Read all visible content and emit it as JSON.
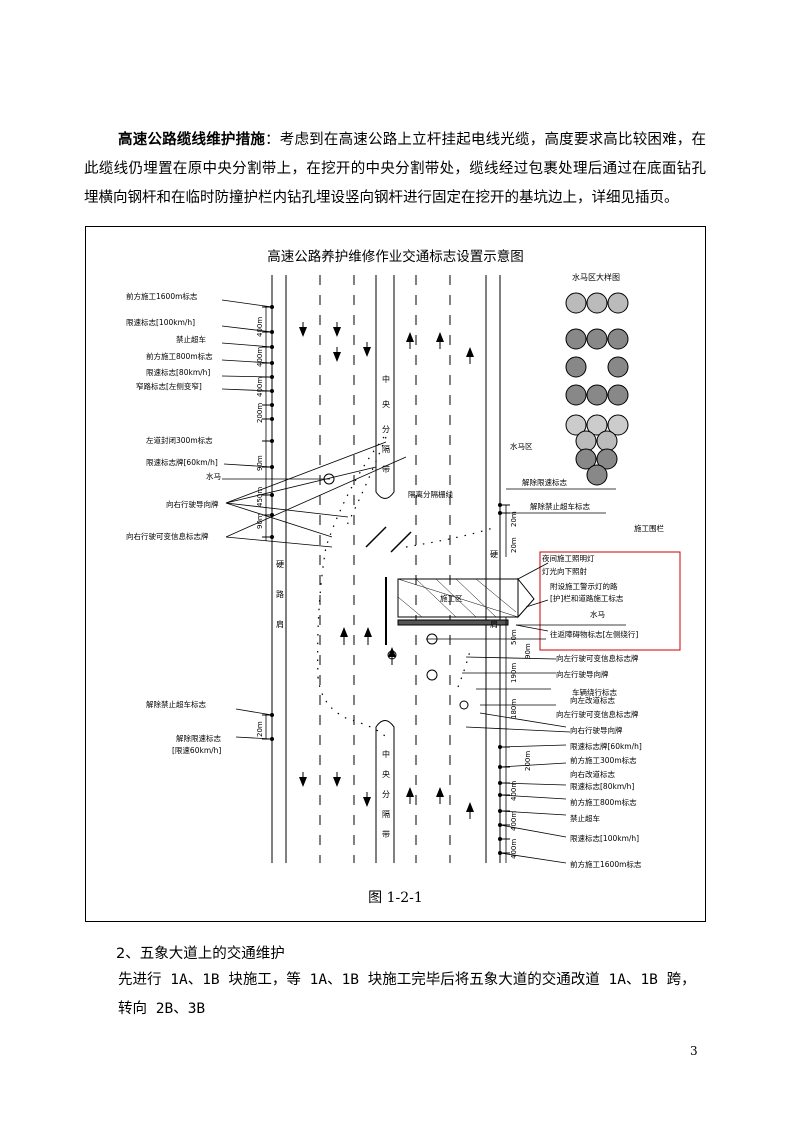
{
  "intro": {
    "lead": "高速公路缆线维护措施",
    "body": "：考虑到在高速公路上立杆挂起电线光缆，高度要求高比较困难，在此缆线仍埋置在原中央分割带上，在挖开的中央分割带处，缆线经过包裹处理后通过在底面钻孔埋横向钢杆和在临时防撞护栏内钻孔埋设竖向钢杆进行固定在挖开的基坑边上，详细见插页。"
  },
  "figure": {
    "title": "高速公路养护维修作业交通标志设置示意图",
    "caption": "图 1-2-1",
    "legend_title": "水马区大样图",
    "center_labels": [
      "中",
      "央",
      "分",
      "隔",
      "带"
    ],
    "shoulder_labels": [
      "硬",
      "路",
      "肩"
    ],
    "label_water_zone": "水马区",
    "label_open_line": "隔离分隔栅线",
    "label_work_fence": "施工围栏",
    "label_work_area": "施工区",
    "left_labels": [
      "前方施工1600m标志",
      "限速标志[100km/h]",
      "禁止超车",
      "前方施工800m标志",
      "限速标志[80km/h]",
      "窄路标志[左侧变窄]",
      "左道封闭300m标志",
      "限速标志牌[60km/h]",
      "水马",
      "向右行驶导向牌",
      "向右行驶可变信息标志牌",
      "解除禁止超车标志",
      "解除限速标志",
      "[限速60km/h]"
    ],
    "right_labels": [
      "解除限速标志",
      "解除禁止超车标志",
      "夜间施工照明灯",
      "灯光向下照射",
      "附设施工警示灯的路",
      "[护]栏和道路施工标志",
      "水马",
      "往返障碍物标志[左侧绕行]",
      "向左行驶可变信息标志牌",
      "向左行驶导向牌",
      "车辆绕行标志",
      "向左改道标志",
      "向左行驶可变信息标志牌",
      "向右行驶导向牌",
      "限速标志牌[60km/h]",
      "前方施工300m标志",
      "向右改道标志",
      "限速标志[80km/h]",
      "前方施工800m标志",
      "禁止超车",
      "限速标志[100km/h]",
      "前方施工1600m标志"
    ],
    "dimensions_left": [
      "400m",
      "400m",
      "400m",
      "200m",
      "90m",
      "450m",
      "90m",
      "20m"
    ],
    "dimensions_right": [
      "20m",
      "20m",
      "50m",
      "190m",
      "180m",
      "90m",
      "200m",
      "400m",
      "400m",
      "400m"
    ]
  },
  "section": {
    "heading": "2、五象大道上的交通维护",
    "text": "先进行 1A、1B 块施工，等 1A、1B 块施工完毕后将五象大道的交通改道 1A、1B 跨，转向 2B、3B"
  },
  "page_number": "3"
}
